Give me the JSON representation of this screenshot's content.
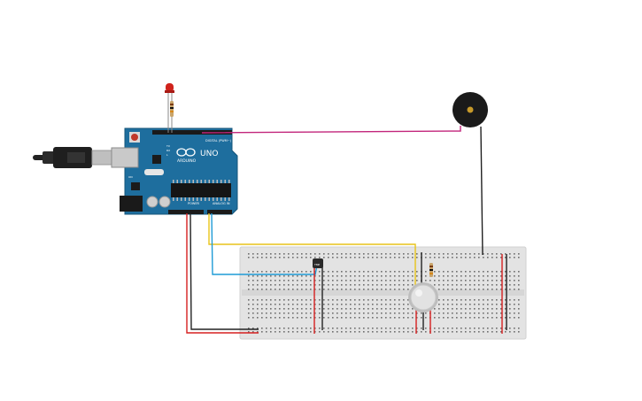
{
  "board": {
    "logo_text": "ARDUINO",
    "model_text": "UNO",
    "digital_label": "DIGITAL (PWM~)",
    "power_label": "POWER",
    "analog_label": "ANALOG IN",
    "tx_label": "TX",
    "rx_label": "RX",
    "l_label": "L",
    "on_label": "ON"
  },
  "components": {
    "sensor_label": "TMP"
  },
  "colors": {
    "board": "#1e6e9e",
    "breadboard": "#e3e3e3",
    "wire_magenta": "#c2257b",
    "wire_yellow": "#e8c41a",
    "wire_blue": "#1f9bd6",
    "wire_red": "#d62020",
    "wire_black": "#222222",
    "buzzer": "#1a1a1a",
    "buzzer_center": "#c79a2a",
    "led_red": "#d0231c",
    "pir_dome": "#d8d8d8"
  },
  "icons": [
    "usb-cable-icon",
    "led-icon",
    "resistor-icon",
    "buzzer-icon",
    "temperature-sensor-icon",
    "pir-sensor-icon"
  ]
}
